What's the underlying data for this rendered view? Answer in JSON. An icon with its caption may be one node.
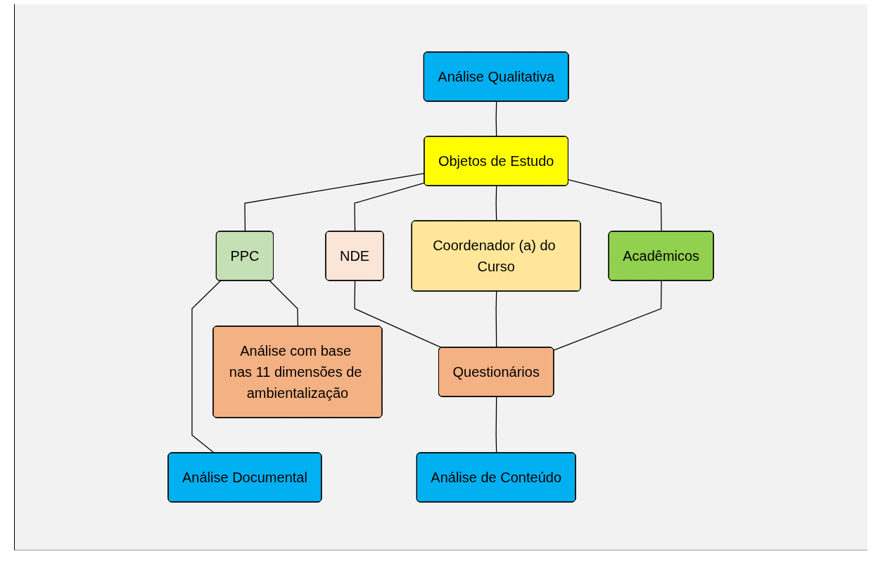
{
  "diagram": {
    "nodes": [
      {
        "text": [
          "Análise Qualitativa"
        ]
      },
      {
        "text": [
          "Objetos de Estudo"
        ]
      },
      {
        "text": [
          "PPC"
        ]
      },
      {
        "text": [
          "NDE"
        ]
      },
      {
        "text": [
          "Coordenador (a) do Curso"
        ]
      },
      {
        "text": [
          "Acadêmicos"
        ]
      },
      {
        "text": [
          "Análise com base nas 11 dimensões de ambientalização"
        ]
      },
      {
        "text": [
          "Questionários"
        ]
      },
      {
        "text": [
          "Análise Documental"
        ]
      },
      {
        "text": [
          "Análise de Conteúdo"
        ]
      }
    ],
    "edges": [
      {
        "from": 0,
        "to": 1,
        "arrow": "none"
      },
      {
        "from": 1,
        "to": 2,
        "arrow": "none"
      },
      {
        "from": 1,
        "to": 3,
        "arrow": "none"
      },
      {
        "from": 1,
        "to": 4,
        "arrow": "none"
      },
      {
        "from": 1,
        "to": 5,
        "arrow": "none"
      },
      {
        "from": 2,
        "to": 6,
        "arrow": "none"
      },
      {
        "from": 2,
        "to": 8,
        "arrow": "none"
      },
      {
        "from": 3,
        "to": 7,
        "arrow": "none"
      },
      {
        "from": 4,
        "to": 7,
        "arrow": "none"
      },
      {
        "from": 5,
        "to": 7,
        "arrow": "none"
      },
      {
        "from": 7,
        "to": 9,
        "arrow": "none"
      }
    ]
  }
}
